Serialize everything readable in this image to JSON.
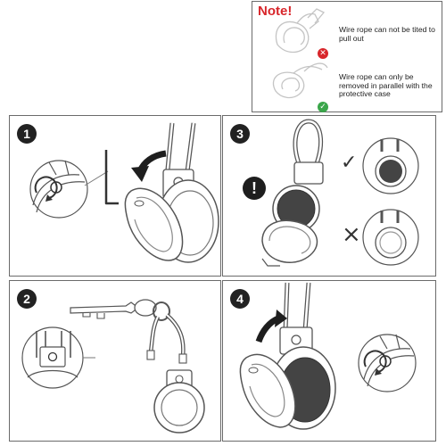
{
  "note": {
    "title": "Note!",
    "items": [
      {
        "text": "Wire rope can not be tited to pull out",
        "status": "wrong",
        "status_icon": "cross-icon",
        "color": "#d8262b"
      },
      {
        "text": "Wire rope can only be removed in parallel with the protective case",
        "status": "correct",
        "status_icon": "check-icon",
        "color": "#3aa64a"
      }
    ]
  },
  "steps": [
    {
      "number": "1"
    },
    {
      "number": "2"
    },
    {
      "number": "3",
      "alert": "!",
      "correct_mark": "✓",
      "wrong_mark": "×"
    },
    {
      "number": "4"
    }
  ],
  "colors": {
    "outline": "#555555",
    "light_outline": "#9a9a9a",
    "dark_fill": "#3a3a3a",
    "border": "#6b6b6b"
  }
}
